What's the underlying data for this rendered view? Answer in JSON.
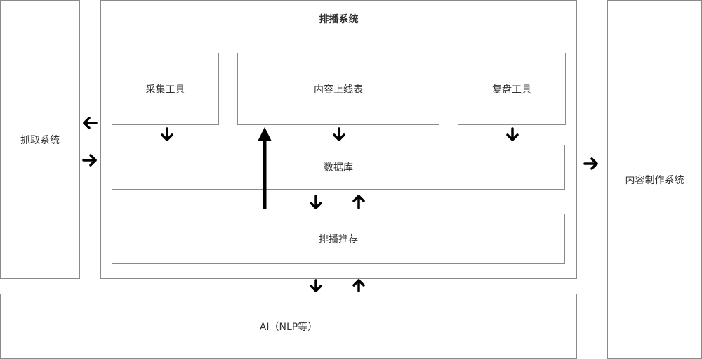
{
  "diagram": {
    "fetch_system": "抓取系统",
    "scheduling_system": "排播系统",
    "collect_tool": "采集工具",
    "content_schedule": "内容上线表",
    "review_tool": "复盘工具",
    "database": "数据库",
    "scheduling_recommend": "排播推荐",
    "content_production_system": "内容制作系统",
    "ai_nlp": "AI（NLP等）"
  },
  "colors": {
    "border": "#8a8a8a",
    "arrow": "#000000",
    "text": "#333333"
  }
}
